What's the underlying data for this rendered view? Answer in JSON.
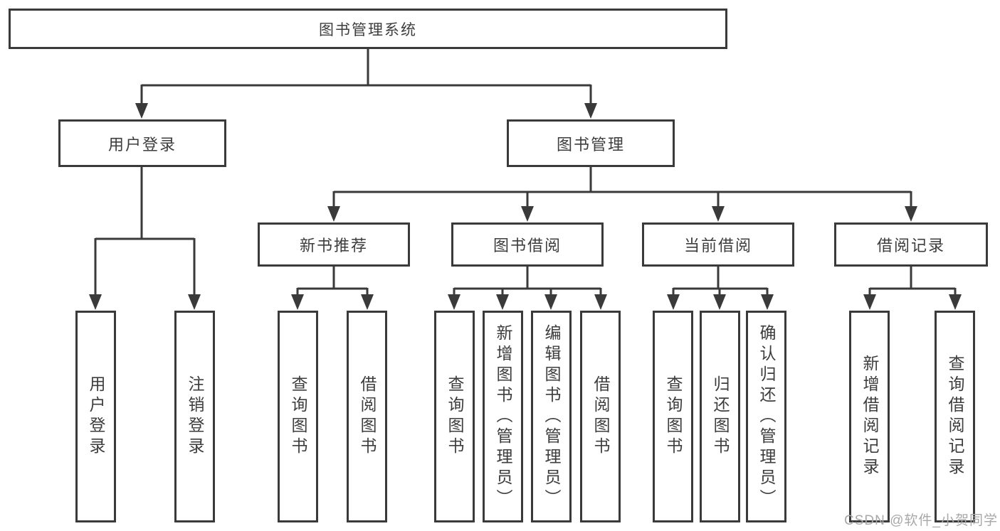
{
  "diagram": {
    "type": "hierarchy-tree",
    "root": {
      "label": "图书管理系统"
    },
    "level2": [
      {
        "id": "user-login",
        "label": "用户登录",
        "parent": "图书管理系统"
      },
      {
        "id": "book-management",
        "label": "图书管理",
        "parent": "图书管理系统"
      }
    ],
    "level3": [
      {
        "id": "new-book-recommend",
        "label": "新书推荐",
        "parent": "图书管理"
      },
      {
        "id": "book-borrow",
        "label": "图书借阅",
        "parent": "图书管理"
      },
      {
        "id": "current-borrow",
        "label": "当前借阅",
        "parent": "图书管理"
      },
      {
        "id": "borrow-records",
        "label": "借阅记录",
        "parent": "图书管理"
      }
    ],
    "leaves": [
      {
        "label": "用户登录",
        "parent": "用户登录"
      },
      {
        "label": "注销登录",
        "parent": "用户登录"
      },
      {
        "label": "查询图书",
        "parent": "新书推荐"
      },
      {
        "label": "借阅图书",
        "parent": "新书推荐"
      },
      {
        "label": "查询图书",
        "parent": "图书借阅"
      },
      {
        "label": "新增图书（管理员）",
        "parent": "图书借阅"
      },
      {
        "label": "编辑图书（管理员）",
        "parent": "图书借阅"
      },
      {
        "label": "借阅图书",
        "parent": "图书借阅"
      },
      {
        "label": "查询图书",
        "parent": "当前借阅"
      },
      {
        "label": "归还图书",
        "parent": "当前借阅"
      },
      {
        "label": "确认归还（管理员）",
        "parent": "当前借阅"
      },
      {
        "label": "新增借阅记录",
        "parent": "借阅记录"
      },
      {
        "label": "查询借阅记录",
        "parent": "借阅记录"
      }
    ]
  },
  "watermark": "CSDN @软件_小贺同学",
  "colors": {
    "line": "#3a3a3a",
    "text": "#3d3d3d",
    "watermark": "#a8a8a8",
    "background": "#ffffff"
  }
}
